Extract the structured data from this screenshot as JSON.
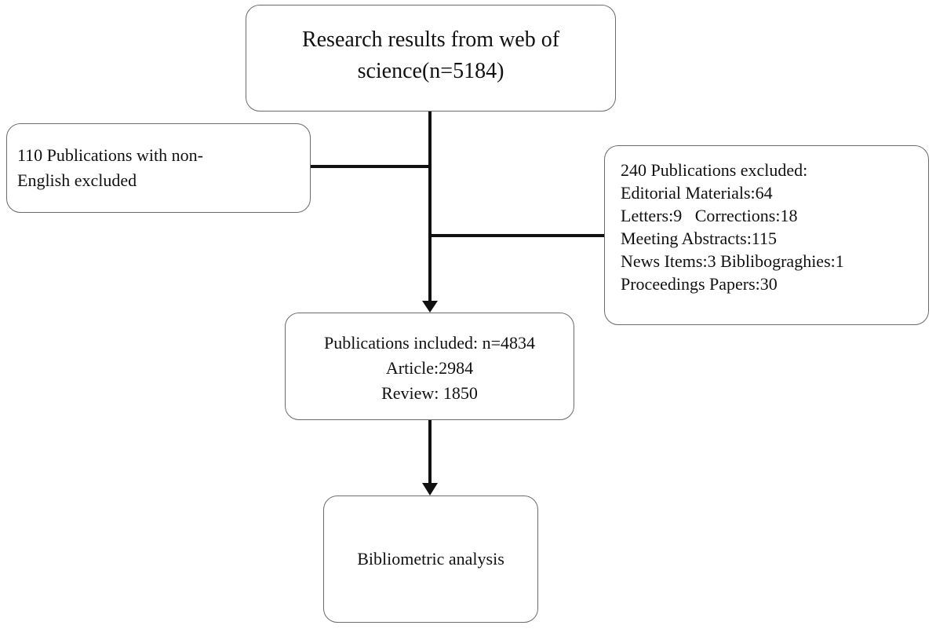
{
  "nodes": {
    "search": {
      "text": "Research results from web of\nscience(n=5184)"
    },
    "non_english": {
      "text": "110 Publications with non-\nEnglish excluded"
    },
    "excluded": {
      "lines": [
        "240 Publications excluded:",
        "Editorial Materials:64",
        "Letters:9   Corrections:18",
        "Meeting Abstracts:115",
        "News Items:3 Biblibograghies:1",
        "Proceedings Papers:30"
      ]
    },
    "included": {
      "lines": [
        "Publications included: n=4834",
        "Article:2984",
        "Review: 1850"
      ]
    },
    "analysis": {
      "text": "Bibliometric analysis"
    }
  },
  "colors": {
    "box_border": "#6b6b6b",
    "connector": "#111111",
    "text": "#111111",
    "background": "#ffffff"
  }
}
